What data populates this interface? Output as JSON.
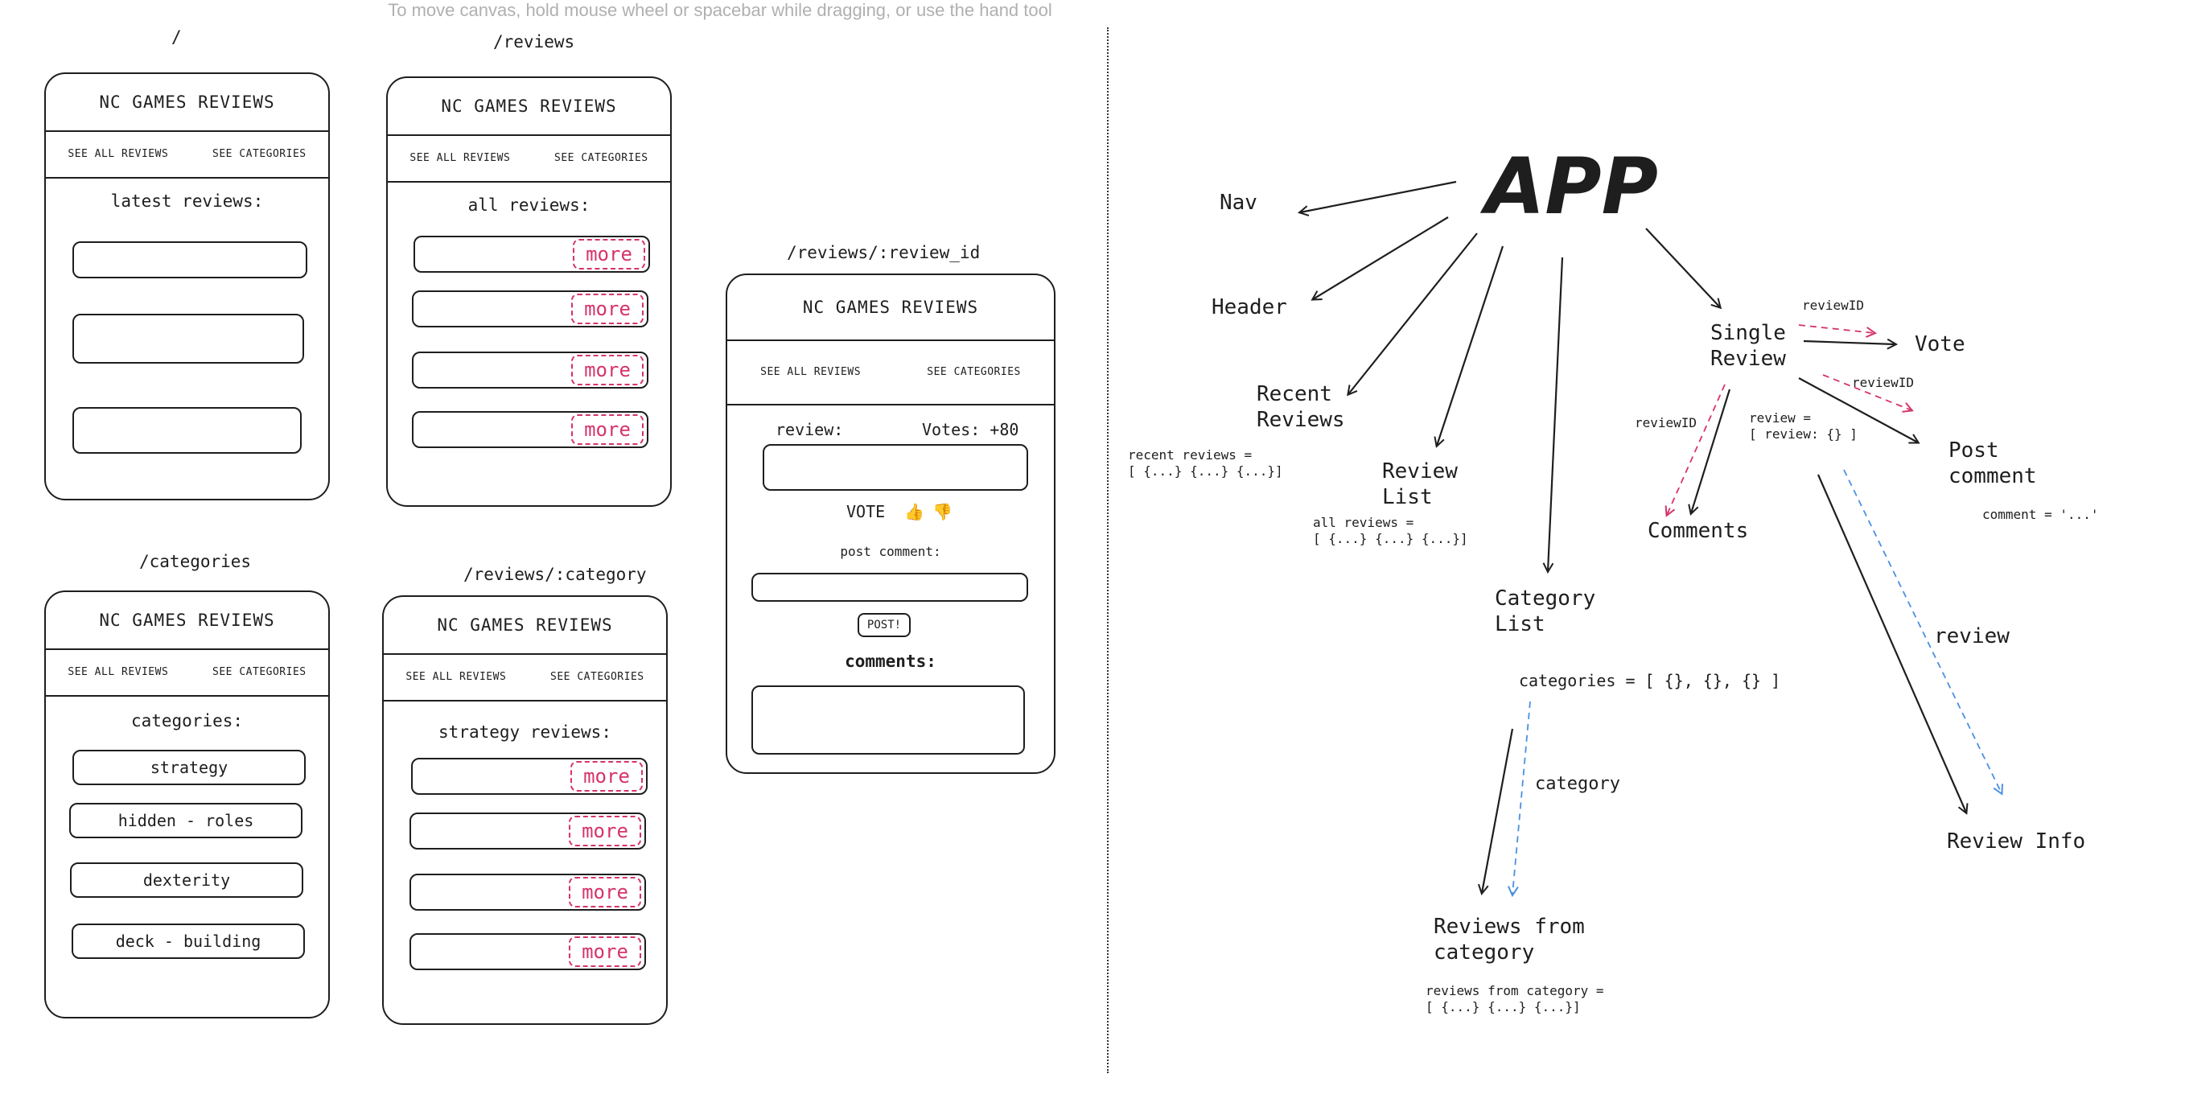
{
  "canvas_hint": "To move canvas, hold mouse wheel or spacebar while dragging, or use the hand tool",
  "app_title": "NC GAMES REVIEWS",
  "nav": {
    "all_reviews": "SEE ALL REVIEWS",
    "categories": "SEE CATEGORIES"
  },
  "more_label": "more",
  "screens": {
    "home": {
      "route": "/",
      "title": "latest reviews:"
    },
    "reviews": {
      "route": "/reviews",
      "title": "all reviews:"
    },
    "review_id": {
      "route": "/reviews/:review_id",
      "review_label": "review:",
      "votes": "Votes: +80",
      "vote_label": "VOTE",
      "vote_up": "👍",
      "vote_down": "👎",
      "post_comment_label": "post comment:",
      "post_button": "POST!",
      "comments_label": "comments:"
    },
    "categories": {
      "route": "/categories",
      "title": "categories:",
      "items": [
        "strategy",
        "hidden - roles",
        "dexterity",
        "deck - building"
      ]
    },
    "category": {
      "route": "/reviews/:category",
      "title": "strategy reviews:"
    }
  },
  "diagram": {
    "app": "APP",
    "nav": "Nav",
    "header": "Header",
    "recent_reviews": [
      "Recent",
      "Reviews"
    ],
    "recent_reviews_state": [
      "recent reviews =",
      "[ {...} {...} {...}]"
    ],
    "review_list": [
      "Review",
      "List"
    ],
    "all_reviews_state": [
      "all reviews =",
      "[ {...} {...} {...}]"
    ],
    "category_list": [
      "Category",
      "List"
    ],
    "categories_state": "categories = [ {}, {}, {} ]",
    "category_edge": "category",
    "reviews_from_category": [
      "Reviews from",
      "category"
    ],
    "reviews_from_category_state": [
      "reviews from category =",
      "[ {...} {...} {...}]"
    ],
    "single_review": [
      "Single",
      "Review"
    ],
    "review_state": [
      "review =",
      "[ review: {} ]"
    ],
    "review_id_edge_1": "reviewID",
    "review_id_edge_2": "reviewID",
    "review_id_edge_3": "reviewID",
    "vote": "Vote",
    "post_comment": [
      "Post",
      "comment"
    ],
    "comment_state": "comment = '...'",
    "comments": "Comments",
    "review_edge": "review",
    "review_info": "Review Info"
  },
  "colors": {
    "stroke": "#1e1e1e",
    "pink": "#d6336c",
    "blue": "#4a90e2"
  }
}
